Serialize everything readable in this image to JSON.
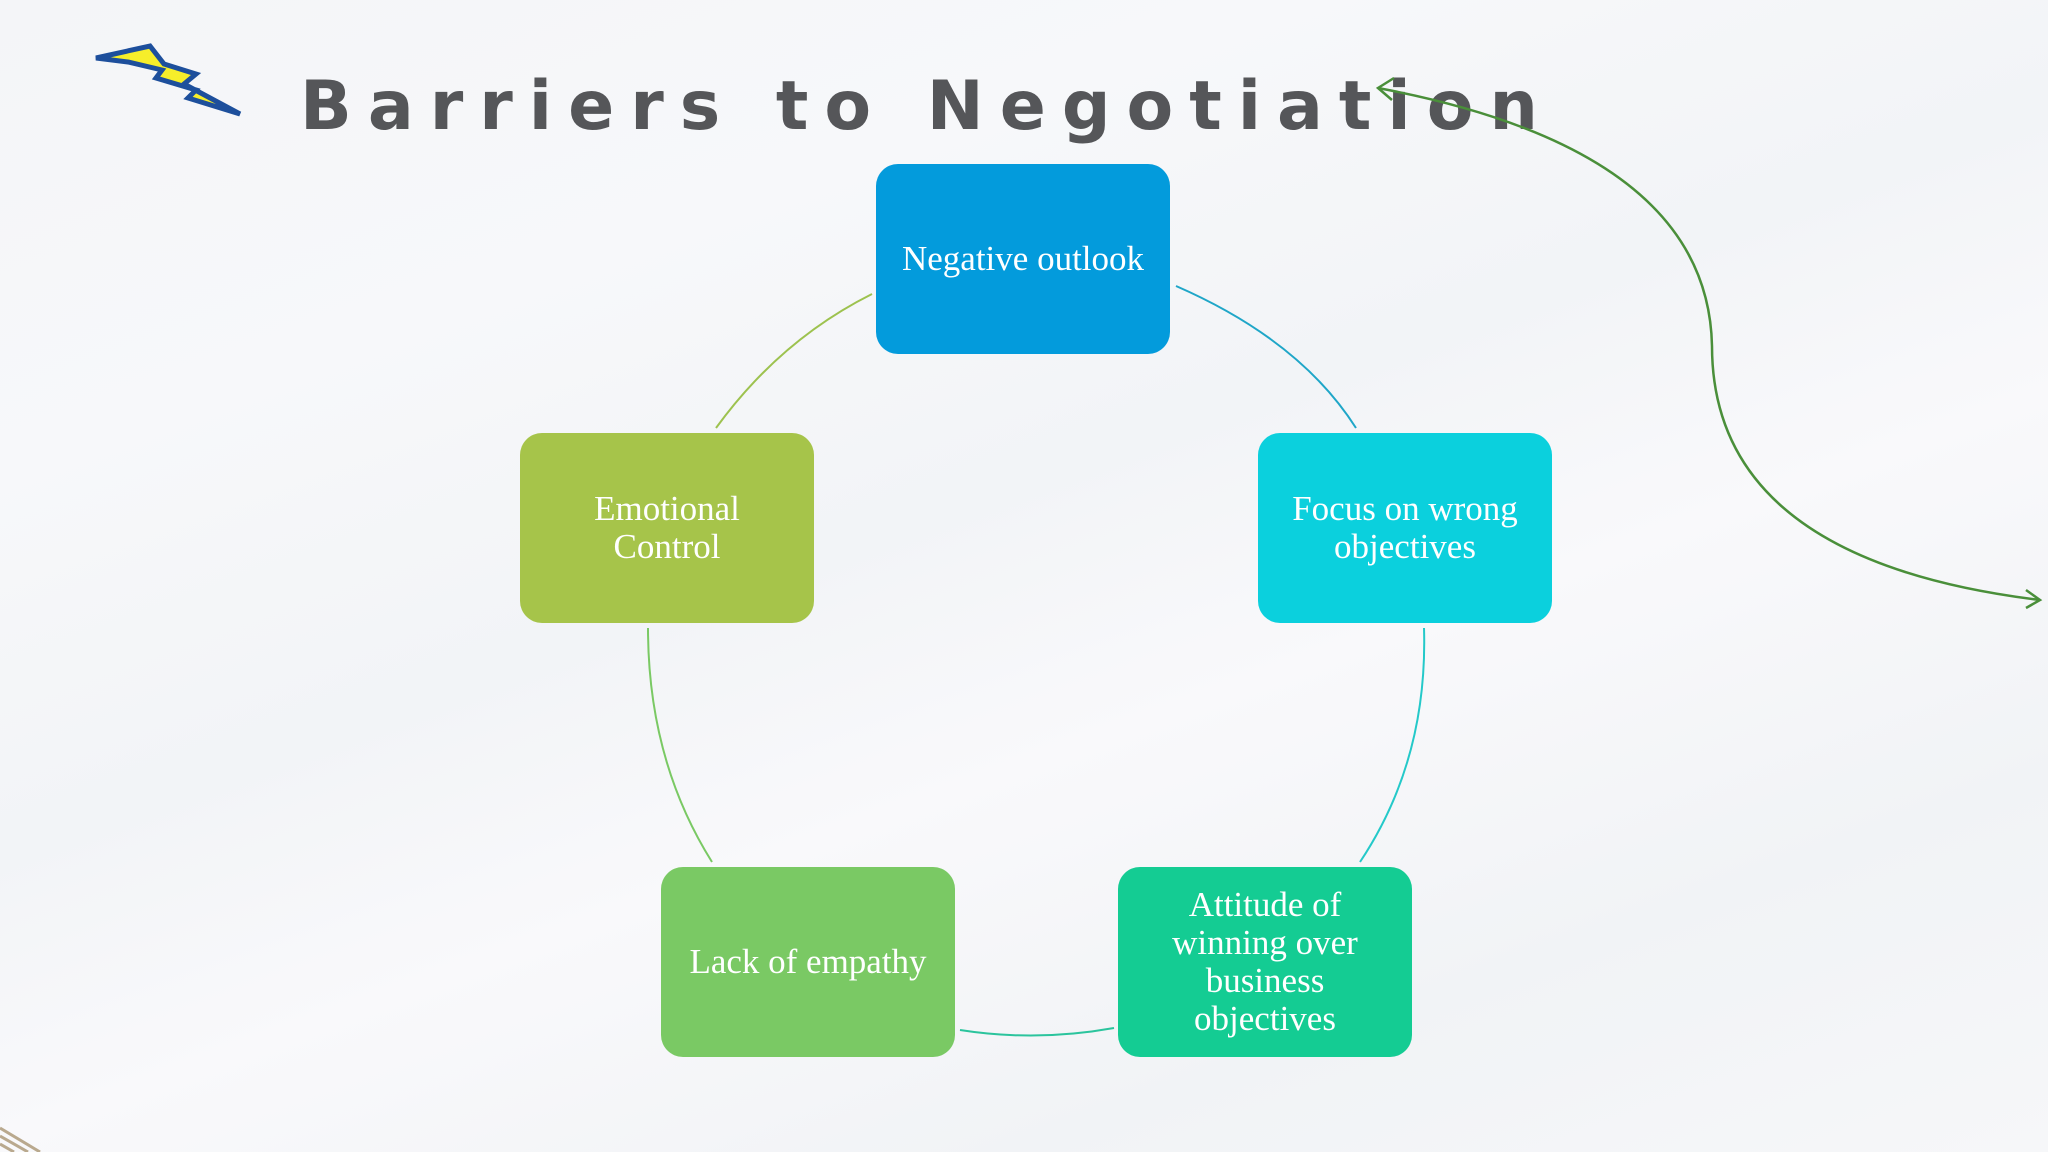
{
  "slide": {
    "title": "Barriers to Negotiation"
  },
  "cycle": {
    "nodes": [
      {
        "id": "negative-outlook",
        "label": "Negative outlook",
        "color": "#039bdc"
      },
      {
        "id": "focus-wrong-objectives",
        "label": "Focus on wrong objectives",
        "color": "#0bd0dd"
      },
      {
        "id": "attitude-winning",
        "label": "Attitude of winning over business objectives",
        "color": "#14cc93"
      },
      {
        "id": "lack-of-empathy",
        "label": "Lack of empathy",
        "color": "#7ac964"
      },
      {
        "id": "emotional-control",
        "label": "Emotional Control",
        "color": "#a6c44a"
      }
    ]
  },
  "colors": {
    "title_text": "#555659",
    "curved_arrow": "#4a8f3a",
    "bolt_fill": "#f6ee2a",
    "bolt_outline": "#1d4f9c"
  },
  "icons": {
    "title_icon": "lightning-bolt-icon",
    "decorative_arrow": "curved-double-arrow-icon"
  }
}
